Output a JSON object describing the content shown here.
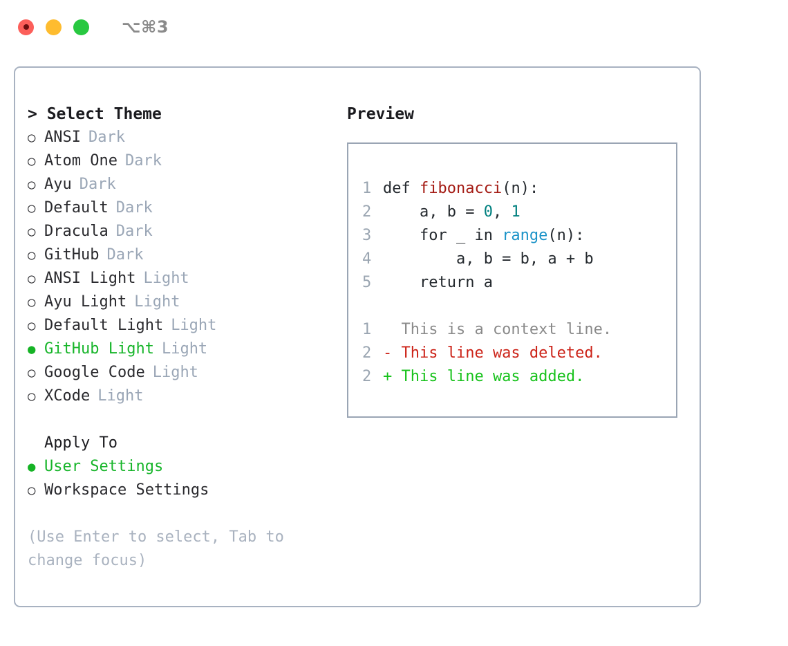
{
  "titlebar": {
    "shortcut": "⌥⌘3",
    "lights": [
      "close-red",
      "minimize-yellow",
      "maximize-green"
    ]
  },
  "theme_list": {
    "header": "> Select Theme",
    "items": [
      {
        "bullet": "○",
        "label": "ANSI",
        "tag": "Dark",
        "selected": false
      },
      {
        "bullet": "○",
        "label": "Atom One",
        "tag": "Dark",
        "selected": false
      },
      {
        "bullet": "○",
        "label": "Ayu",
        "tag": "Dark",
        "selected": false
      },
      {
        "bullet": "○",
        "label": "Default",
        "tag": "Dark",
        "selected": false
      },
      {
        "bullet": "○",
        "label": "Dracula",
        "tag": "Dark",
        "selected": false
      },
      {
        "bullet": "○",
        "label": "GitHub",
        "tag": "Dark",
        "selected": false
      },
      {
        "bullet": "○",
        "label": "ANSI Light",
        "tag": "Light",
        "selected": false
      },
      {
        "bullet": "○",
        "label": "Ayu Light",
        "tag": "Light",
        "selected": false
      },
      {
        "bullet": "○",
        "label": "Default Light",
        "tag": "Light",
        "selected": false
      },
      {
        "bullet": "●",
        "label": "GitHub Light",
        "tag": "Light",
        "selected": true
      },
      {
        "bullet": "○",
        "label": "Google Code",
        "tag": "Light",
        "selected": false
      },
      {
        "bullet": "○",
        "label": "XCode",
        "tag": "Light",
        "selected": false
      }
    ]
  },
  "apply_to": {
    "title": "Apply To",
    "items": [
      {
        "bullet": "●",
        "label": "User Settings",
        "selected": true
      },
      {
        "bullet": "○",
        "label": "Workspace Settings",
        "selected": false
      }
    ]
  },
  "hint": "(Use Enter to select, Tab to change focus)",
  "preview": {
    "title": "Preview",
    "code_lines": [
      {
        "num": "1",
        "tokens": [
          {
            "t": "def ",
            "c": "code-text"
          },
          {
            "t": "fibonacci",
            "c": "tok-fn"
          },
          {
            "t": "(n):",
            "c": "code-text"
          }
        ]
      },
      {
        "num": "2",
        "tokens": [
          {
            "t": "    a, b = ",
            "c": "code-text"
          },
          {
            "t": "0",
            "c": "tok-num"
          },
          {
            "t": ", ",
            "c": "code-text"
          },
          {
            "t": "1",
            "c": "tok-num"
          }
        ]
      },
      {
        "num": "3",
        "tokens": [
          {
            "t": "    for _ in ",
            "c": "code-text"
          },
          {
            "t": "range",
            "c": "tok-call"
          },
          {
            "t": "(n):",
            "c": "code-text"
          }
        ]
      },
      {
        "num": "4",
        "tokens": [
          {
            "t": "        a, b = b, a + b",
            "c": "code-text"
          }
        ]
      },
      {
        "num": "5",
        "tokens": [
          {
            "t": "    return a",
            "c": "code-text"
          }
        ]
      }
    ],
    "diff_lines": [
      {
        "num": "1",
        "tokens": [
          {
            "t": "  This is a context line.",
            "c": "tok-ctx"
          }
        ]
      },
      {
        "num": "2",
        "tokens": [
          {
            "t": "- This line was deleted.",
            "c": "tok-del"
          }
        ]
      },
      {
        "num": "2",
        "tokens": [
          {
            "t": "+ This line was added.",
            "c": "tok-add"
          }
        ]
      }
    ]
  },
  "colors": {
    "accent_green": "#17b52a",
    "border": "#a8b2c1",
    "preview_border": "#9aa5b4",
    "muted": "#9aa6b6",
    "hint": "#a9b2bf",
    "gutter": "#9aa5b1",
    "syntax_function": "#a41b14",
    "syntax_number": "#00807f",
    "syntax_call": "#1b93c8",
    "diff_deleted": "#cc2318",
    "diff_added": "#17c21b",
    "diff_context": "#8a8a8a",
    "light_red": "#fc5f5a",
    "light_yellow": "#febc2f",
    "light_green": "#28c840"
  }
}
